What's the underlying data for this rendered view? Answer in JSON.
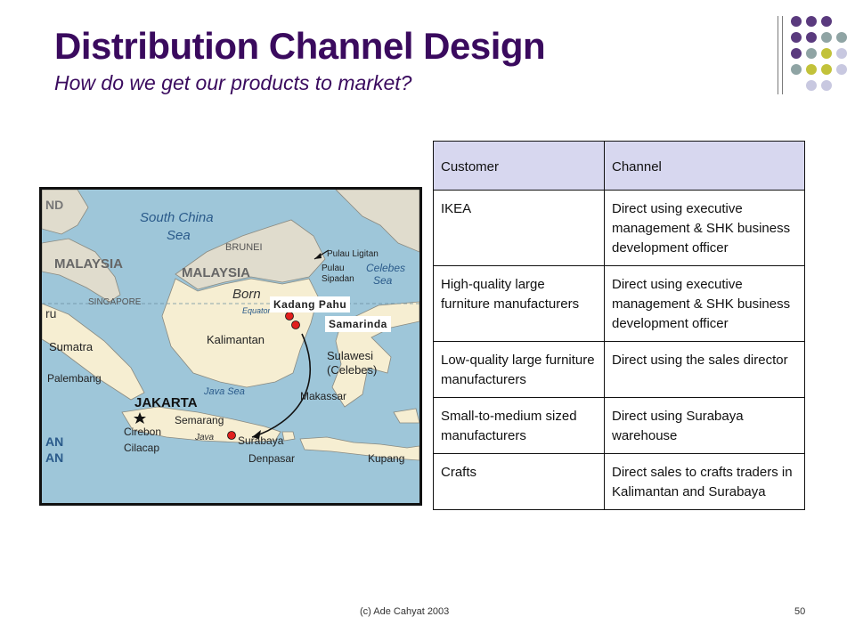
{
  "slide": {
    "title": "Distribution Channel Design",
    "subtitle": "How do we get our products to market?",
    "footer_left": "(c) Ade Cahyat 2003",
    "page_number": "50"
  },
  "map": {
    "callouts": {
      "kadang_pahu": "Kadang Pahu",
      "samarinda": "Samarinda"
    },
    "labels": {
      "nd": "ND",
      "south_china_sea_1": "South China",
      "south_china_sea_2": "Sea",
      "brunei": "BRUNEI",
      "malaysia_west": "MALAYSIA",
      "malaysia_east": "MALAYSIA",
      "pulau_ligitan": "Pulau Ligitan",
      "pulau_sipadan_1": "Pulau",
      "pulau_sipadan_2": "Sipadan",
      "celebes_1": "Celebes",
      "celebes_2": "Sea",
      "singapore": "SINGAPORE",
      "borneo": "Born",
      "equator": "Equator",
      "kalimantan": "Kalimantan",
      "sulawesi_1": "Sulawesi",
      "sulawesi_2": "(Celebes)",
      "ru": "ru",
      "sumatra": "Sumatra",
      "palembang": "Palembang",
      "java_sea": "Java Sea",
      "makassar": "Makassar",
      "jakarta": "JAKARTA",
      "semarang": "Semarang",
      "cirebon": "Cirebon",
      "java": "Java",
      "surabaya": "Surabaya",
      "cilacap": "Cilacap",
      "denpasar": "Denpasar",
      "kupang": "Kupang",
      "an_1": "AN",
      "an_2": "AN"
    }
  },
  "table": {
    "headers": [
      "Customer",
      "Channel"
    ],
    "rows": [
      {
        "customer": "IKEA",
        "channel": "Direct using executive management & SHK business development officer"
      },
      {
        "customer": "High-quality large furniture manufacturers",
        "channel": "Direct using executive management & SHK business development officer"
      },
      {
        "customer": "Low-quality large furniture manufacturers",
        "channel": "Direct using the sales director"
      },
      {
        "customer": "Small-to-medium sized manufacturers",
        "channel": "Direct using Surabaya warehouse"
      },
      {
        "customer": "Crafts",
        "channel": "Direct sales to crafts traders in Kalimantan and Surabaya"
      }
    ]
  },
  "colors": {
    "title": "#3a0a5e",
    "dot_purple": "#5a3a7e",
    "dot_olive": "#c2c23a",
    "dot_teal": "#8fa4a4",
    "dot_lavender": "#c8c8e0",
    "header_fill": "#d7d7ef",
    "sea": "#9ec6d9",
    "land_indonesia": "#f6eed2",
    "land_other": "#e0dccd",
    "marker_red": "#e0201e"
  }
}
